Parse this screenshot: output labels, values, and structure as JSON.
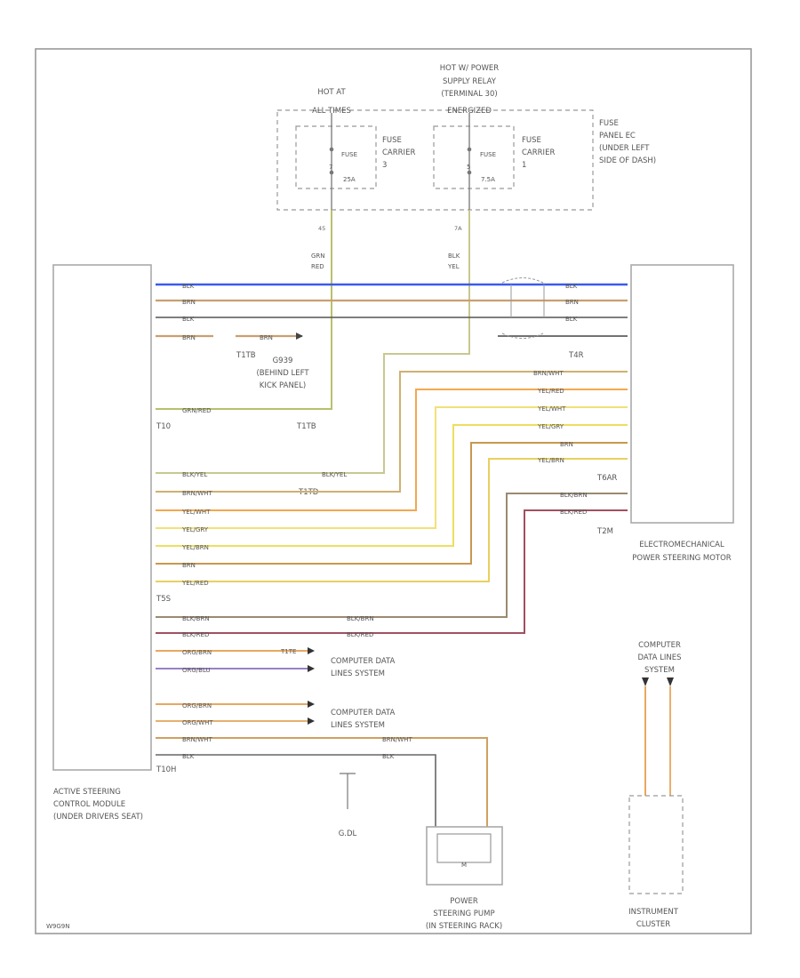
{
  "labels": {
    "hot_at_all_times": [
      "HOT AT",
      "ALL TIMES"
    ],
    "hot_power_relay": [
      "HOT W/ POWER",
      "SUPPLY RELAY",
      "(TERMINAL 30)",
      "ENERGIZED"
    ],
    "fuse_panel": [
      "FUSE",
      "PANEL EC",
      "(UNDER LEFT",
      "SIDE OF DASH)"
    ],
    "fuse_1": [
      "FUSE",
      "7",
      "25A"
    ],
    "fuse_carrier_1": [
      "FUSE",
      "CARRIER",
      "3"
    ],
    "fuse_2": [
      "FUSE",
      "5",
      "7.5A"
    ],
    "fuse_carrier_2": [
      "FUSE",
      "CARRIER",
      "1"
    ],
    "wire_top_1": [
      "GRN",
      "RED"
    ],
    "wire_top_2": [
      "BLK",
      "YEL"
    ],
    "pin_top_1": "45",
    "pin_top_2": "7A",
    "ground_g": [
      "G939",
      "(BEHIND LEFT",
      "KICK PANEL)"
    ],
    "module_left": [
      "ACTIVE STEERING",
      "CONTROL MODULE",
      "(UNDER DRIVERS SEAT)"
    ],
    "module_right": [
      "ELECTROMECHANICAL",
      "POWER STEERING MOTOR"
    ],
    "data_lines_1": [
      "COMPUTER DATA",
      "LINES SYSTEM"
    ],
    "data_lines_2": [
      "COMPUTER DATA",
      "LINES SYSTEM"
    ],
    "data_lines_3": [
      "COMPUTER",
      "DATA LINES",
      "SYSTEM"
    ],
    "pump": [
      "POWER",
      "STEERING PUMP",
      "(IN STEERING RACK)"
    ],
    "pump_inner": "M",
    "cluster": [
      "INSTRUMENT",
      "CLUSTER"
    ],
    "ground_bottom": "G.DL",
    "conn_t10": "T10",
    "conn_t5s": "T5S",
    "conn_t10h": "T10H",
    "conn_t4r": "T4R",
    "conn_t6ar": "T6AR",
    "conn_t2m": "T2M",
    "conn_t1tb": "T1TB",
    "conn_t1td": "T1TD",
    "conn_t1te": "T1TE",
    "code": "W9G9N"
  },
  "wires": [
    {
      "name": "BLK",
      "color": "#3b5ae8"
    },
    {
      "name": "BRN",
      "color": "#c8a070"
    },
    {
      "name": "BLK",
      "color": "#555555"
    },
    {
      "name": "BRN",
      "color": "#c8a070"
    },
    {
      "name": "GRN/RED",
      "color": "#b9c06a"
    },
    {
      "name": "BLK/YEL",
      "color": "#c8c890"
    },
    {
      "name": "BRN/WHT",
      "color": "#d0b070"
    },
    {
      "name": "YEL/WHT",
      "color": "#f2e07a"
    },
    {
      "name": "YEL/GRY",
      "color": "#eede60"
    },
    {
      "name": "YEL/BRN",
      "color": "#e8d060"
    },
    {
      "name": "BRN",
      "color": "#c89850"
    },
    {
      "name": "YEL/RED",
      "color": "#f0a050"
    },
    {
      "name": "BLK/BRN",
      "color": "#9a8a70"
    },
    {
      "name": "BLK/RED",
      "color": "#a05060"
    },
    {
      "name": "ORG/BRN",
      "color": "#e8a860"
    },
    {
      "name": "ORG/BLU",
      "color": "#9a80c8"
    },
    {
      "name": "ORG/BRN",
      "color": "#e8a860"
    },
    {
      "name": "ORG/WHT",
      "color": "#e8b070"
    },
    {
      "name": "BRN/WHT",
      "color": "#d0a060"
    },
    {
      "name": "BLK",
      "color": "#666666"
    }
  ]
}
